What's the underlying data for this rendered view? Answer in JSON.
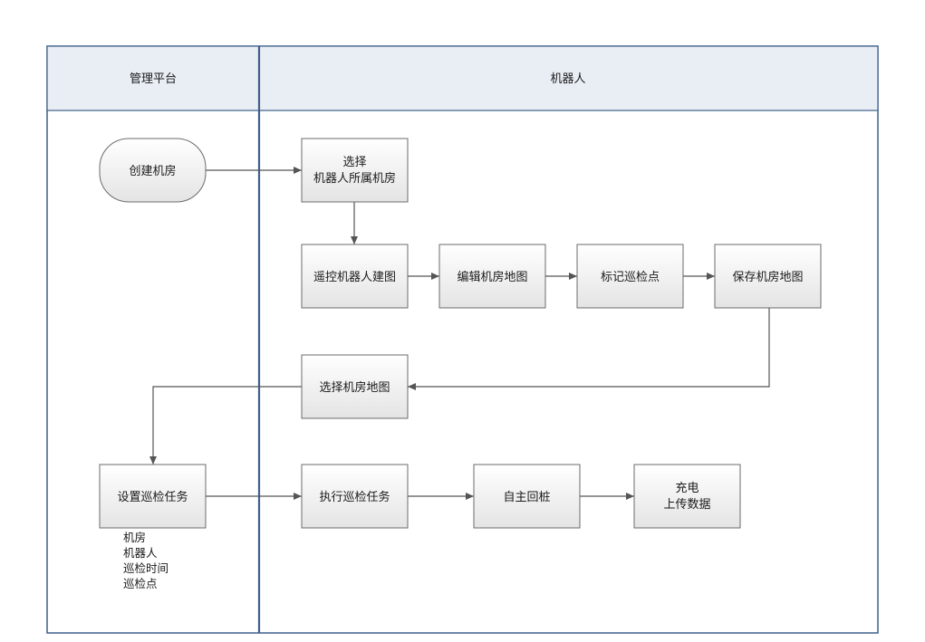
{
  "colors": {
    "lane_border": "#3f5f8a",
    "header_fill": "#e9eef5",
    "node_border": "#6b6b6b",
    "node_fill_top": "#ffffff",
    "node_fill_bottom": "#e4e4e4",
    "edge": "#555555"
  },
  "lanes": [
    {
      "id": "platform",
      "title": "管理平台"
    },
    {
      "id": "robot",
      "title": "机器人"
    }
  ],
  "nodes": {
    "create_room": {
      "lines": [
        "创建机房"
      ],
      "shape": "terminator"
    },
    "select_room": {
      "lines": [
        "选择",
        "机器人所属机房"
      ],
      "shape": "process"
    },
    "remote_build": {
      "lines": [
        "遥控机器人建图"
      ],
      "shape": "process"
    },
    "edit_map": {
      "lines": [
        "编辑机房地图"
      ],
      "shape": "process"
    },
    "mark_points": {
      "lines": [
        "标记巡检点"
      ],
      "shape": "process"
    },
    "save_map": {
      "lines": [
        "保存机房地图"
      ],
      "shape": "process"
    },
    "select_map": {
      "lines": [
        "选择机房地图"
      ],
      "shape": "process"
    },
    "set_task": {
      "lines": [
        "设置巡检任务"
      ],
      "shape": "process"
    },
    "exec_task": {
      "lines": [
        "执行巡检任务"
      ],
      "shape": "process"
    },
    "dock": {
      "lines": [
        "自主回桩"
      ],
      "shape": "process"
    },
    "charge_upload": {
      "lines": [
        "充电",
        "上传数据"
      ],
      "shape": "process"
    }
  },
  "edges": [
    {
      "from": "create_room",
      "to": "select_room"
    },
    {
      "from": "select_room",
      "to": "remote_build"
    },
    {
      "from": "remote_build",
      "to": "edit_map"
    },
    {
      "from": "edit_map",
      "to": "mark_points"
    },
    {
      "from": "mark_points",
      "to": "save_map"
    },
    {
      "from": "save_map",
      "to": "select_map"
    },
    {
      "from": "select_map",
      "to": "set_task"
    },
    {
      "from": "set_task",
      "to": "exec_task"
    },
    {
      "from": "exec_task",
      "to": "dock"
    },
    {
      "from": "dock",
      "to": "charge_upload"
    }
  ],
  "task_params": [
    "机房",
    "机器人",
    "巡检时间",
    "巡检点"
  ]
}
